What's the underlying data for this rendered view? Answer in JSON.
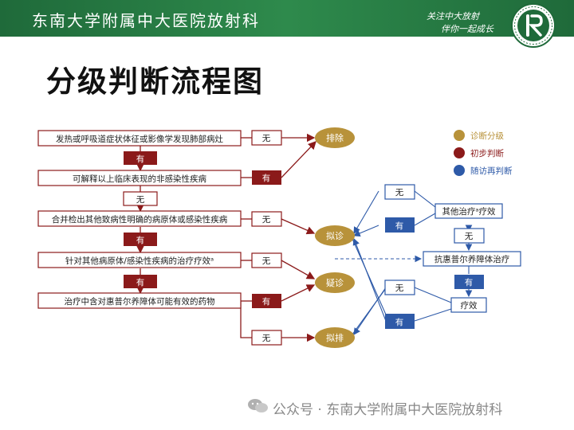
{
  "header": {
    "title": "东南大学附属中大医院放射科",
    "slogan_line1": "关注中大放射",
    "slogan_line2": "伴你一起成长"
  },
  "page_title": "分级判断流程图",
  "flowchart": {
    "steps": [
      "发热或呼吸道症状体征或影像学发现肺部病灶",
      "可解释以上临床表现的非感染性疾病",
      "合并检出其他致病性明确的病原体或感染性疾病",
      "针对其他病原体/感染性疾病的治疗疗效ᵃ",
      "治疗中含对惠普尔养障体可能有效的药物"
    ],
    "labels": {
      "yes": "有",
      "no": "无"
    },
    "outcomes": [
      "排除",
      "拟诊",
      "疑诊",
      "拟排"
    ],
    "right_boxes": {
      "other_effect": "其他治疗ᵃ疗效",
      "anti_tw": "抗惠普尔养障体治疗",
      "effect": "疗效"
    },
    "legend": [
      {
        "label": "诊断分级",
        "color": "#b8923a"
      },
      {
        "label": "初步判断",
        "color": "#8b1a1a"
      },
      {
        "label": "随访再判断",
        "color": "#2e5aa8"
      }
    ]
  },
  "colors": {
    "gold": "#b8923a",
    "maroon": "#8b1a1a",
    "blue": "#2e5aa8",
    "header_green": "#2e8a4c"
  },
  "watermark": "公众号 · 东南大学附属中大医院放射科"
}
